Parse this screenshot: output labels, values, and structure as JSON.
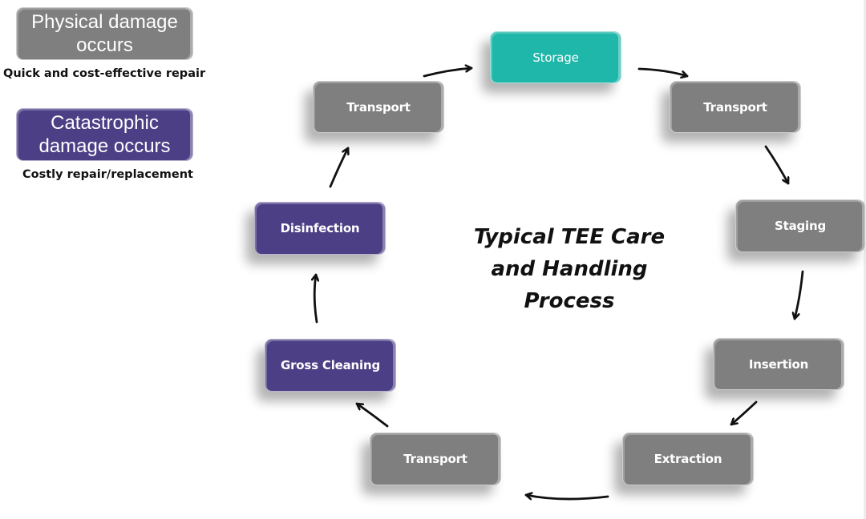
{
  "legend": [
    {
      "label": "Physical damage occurs",
      "caption": "Quick and cost-effective repair",
      "color": "#7f7f7f"
    },
    {
      "label": "Catastrophic damage occurs",
      "caption": "Costly repair/replacement",
      "color": "#4c3f86"
    }
  ],
  "title": "Typical TEE Care and Handling Process",
  "nodes": [
    {
      "id": "storage",
      "label": "Storage",
      "category": "teal",
      "color": "#1fb7a9"
    },
    {
      "id": "transport-1",
      "label": "Transport",
      "category": "gray"
    },
    {
      "id": "staging",
      "label": "Staging",
      "category": "gray"
    },
    {
      "id": "insertion",
      "label": "Insertion",
      "category": "gray"
    },
    {
      "id": "extraction",
      "label": "Extraction",
      "category": "gray"
    },
    {
      "id": "transport-2",
      "label": "Transport",
      "category": "gray"
    },
    {
      "id": "gross-cleaning",
      "label": "Gross Cleaning",
      "category": "purple"
    },
    {
      "id": "disinfection",
      "label": "Disinfection",
      "category": "purple"
    },
    {
      "id": "transport-3",
      "label": "Transport",
      "category": "gray"
    }
  ],
  "edges": [
    [
      "storage",
      "transport-1"
    ],
    [
      "transport-1",
      "staging"
    ],
    [
      "staging",
      "insertion"
    ],
    [
      "insertion",
      "extraction"
    ],
    [
      "extraction",
      "transport-2"
    ],
    [
      "transport-2",
      "gross-cleaning"
    ],
    [
      "gross-cleaning",
      "disinfection"
    ],
    [
      "disinfection",
      "transport-3"
    ],
    [
      "transport-3",
      "storage"
    ]
  ]
}
